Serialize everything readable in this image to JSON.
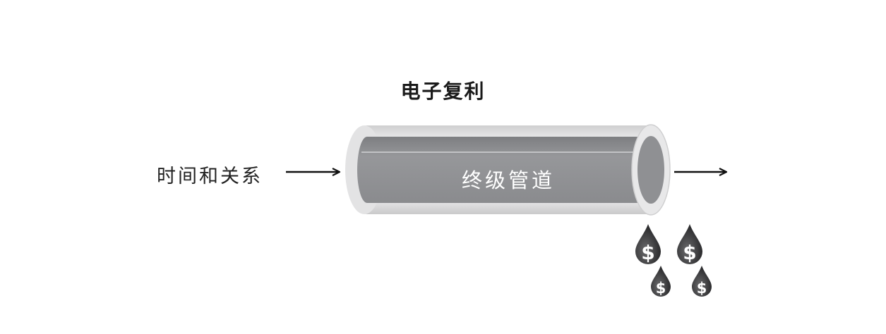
{
  "title": "电子复利",
  "input_label": "时间和关系",
  "pipe_label": "终级管道",
  "drop_symbol": "$",
  "colors": {
    "pipe_outer": "#d9d9d9",
    "pipe_inner": "#939497",
    "drop": "#3a3a3c",
    "text": "#222222"
  }
}
